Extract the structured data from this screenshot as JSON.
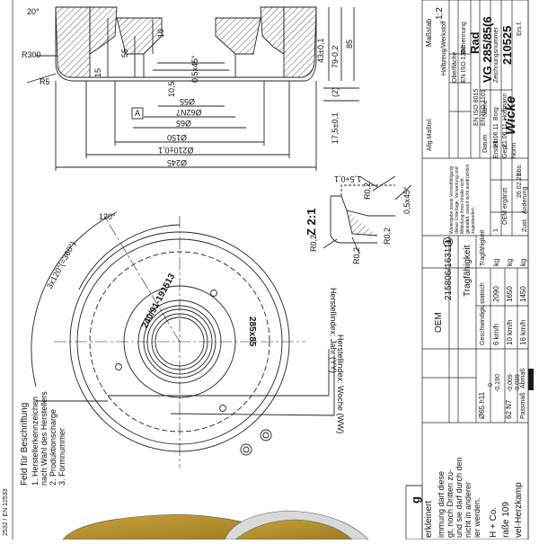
{
  "drawing": {
    "top_section": {
      "angle_20": "20°",
      "r300": "R300",
      "r5": "R5",
      "dim_55": "55",
      "dim_15": "15",
      "dim_10": "10",
      "dim_10_5": "10,5",
      "chamfer_05x45": "0,5x45°",
      "dim_43": "43±0,1",
      "dim_79": "79-0,2",
      "dim_85": "85",
      "dim_2": "(2)",
      "dim_17_5": "17,5±0,1",
      "box_a": "A",
      "d55": "Ø55",
      "d62": "Ø62N7",
      "d65": "Ø65",
      "d150": "Ø150",
      "d210": "Ø210±0,1",
      "d245": "Ø245"
    },
    "detail_z": {
      "title": "Z 2:1",
      "dim_15": "1,5+0,1",
      "r02a": "R0,2",
      "r02b": "R0,2",
      "r02c": "R0,2",
      "r02d": "R0,2",
      "chamfer": "0,5x45°"
    },
    "face_view": {
      "angle_120": "120°",
      "pattern": "3x120°(=360°)",
      "marking": "240/91-191513",
      "size_mark": "285x85",
      "year_index": "Herstellindex: Jahr (YY)",
      "week_index": "Herstellindex: Woche (WW)"
    },
    "notes": {
      "heading": "Feld für Beschriftung",
      "line1": "1. Herstellerkennzeichen",
      "line1b": "nach Wahl des Herstellers",
      "line2": "2. Produktionscharge",
      "line3": "3. Formnummer"
    },
    "left_margin": "2532 / EN 12533",
    "oem_table": {
      "oem_label": "OEM",
      "oem_value": "215806/163111",
      "variant": "a",
      "cap_header": "Tragfähigkeit",
      "col_speed": "Geschwindigk.",
      "col_static": "statisch",
      "col_load": "Tragfähigkeit",
      "rows": [
        {
          "speed": "6 km/h",
          "load": "2090",
          "unit": "kg"
        },
        {
          "speed": "10 km/h",
          "load": "1650",
          "unit": "kg"
        },
        {
          "speed": "16 km/h",
          "load": "1450",
          "unit": "kg"
        }
      ],
      "fit1": "Ø65 h11",
      "fit1a": "0",
      "fit1b": "-0,190",
      "fit2": "62 N7",
      "fit2a": "-0,009",
      "fit2b": "-0,039",
      "col_pass": "Passmaß",
      "col_abm": "Abmaß"
    },
    "title_block": {
      "massstab_label": "Maßstab",
      "massstab": "1:2",
      "halbzeug_label": "Halbzeug/Werkstoff",
      "oberflaeche": "Oberfläche",
      "norm1": "EN ISO 1302",
      "norm2": "EN ISO 8015",
      "norm3": "EN ISO 1101",
      "benennung_label": "Benennung",
      "benennung": "Rad",
      "typ": "VG 285/85(6",
      "zeichnungsnr_label": "Zeichnungsnummer",
      "zeichnungsnr": "210525",
      "ers_label": "Ers.f.",
      "allg_label": "Allg.Maßtol.",
      "erstellt": "Erstellt",
      "gepr": "Gepr.",
      "norm": "Norm",
      "datum": "Datum",
      "name": "Name",
      "date1": "21.06.11",
      "name1": "Borg",
      "date2": "21.06.11",
      "name2": "Hoffmann",
      "logo": "Wicke",
      "rev_date": "26.02.21",
      "rev_name": "Bbs.",
      "rev_text": "OEM ergänzt",
      "zust": "Zust.",
      "aenderung": "Änderung",
      "rev_no": "1",
      "copyright_note": "Weitergabe sowie Vervielfältigung dieser Unterlage, Verwertung und Mitteilung ihres Inhalts nicht gestattet, soweit nicht ausdrücklich zugestanden."
    },
    "bottom_text": {
      "frag1": "g",
      "frag2": "erkleinert",
      "frag3": "immung darf diese",
      "frag4": "gt, noch Dritten zu-",
      "frag5": "und sie darf durch den",
      "frag6": "nicht in anderer",
      "frag7": "ier werden.",
      "frag8": "H + Co.",
      "frag9": "raße 109",
      "frag10": "vel-Herzkamp"
    }
  }
}
